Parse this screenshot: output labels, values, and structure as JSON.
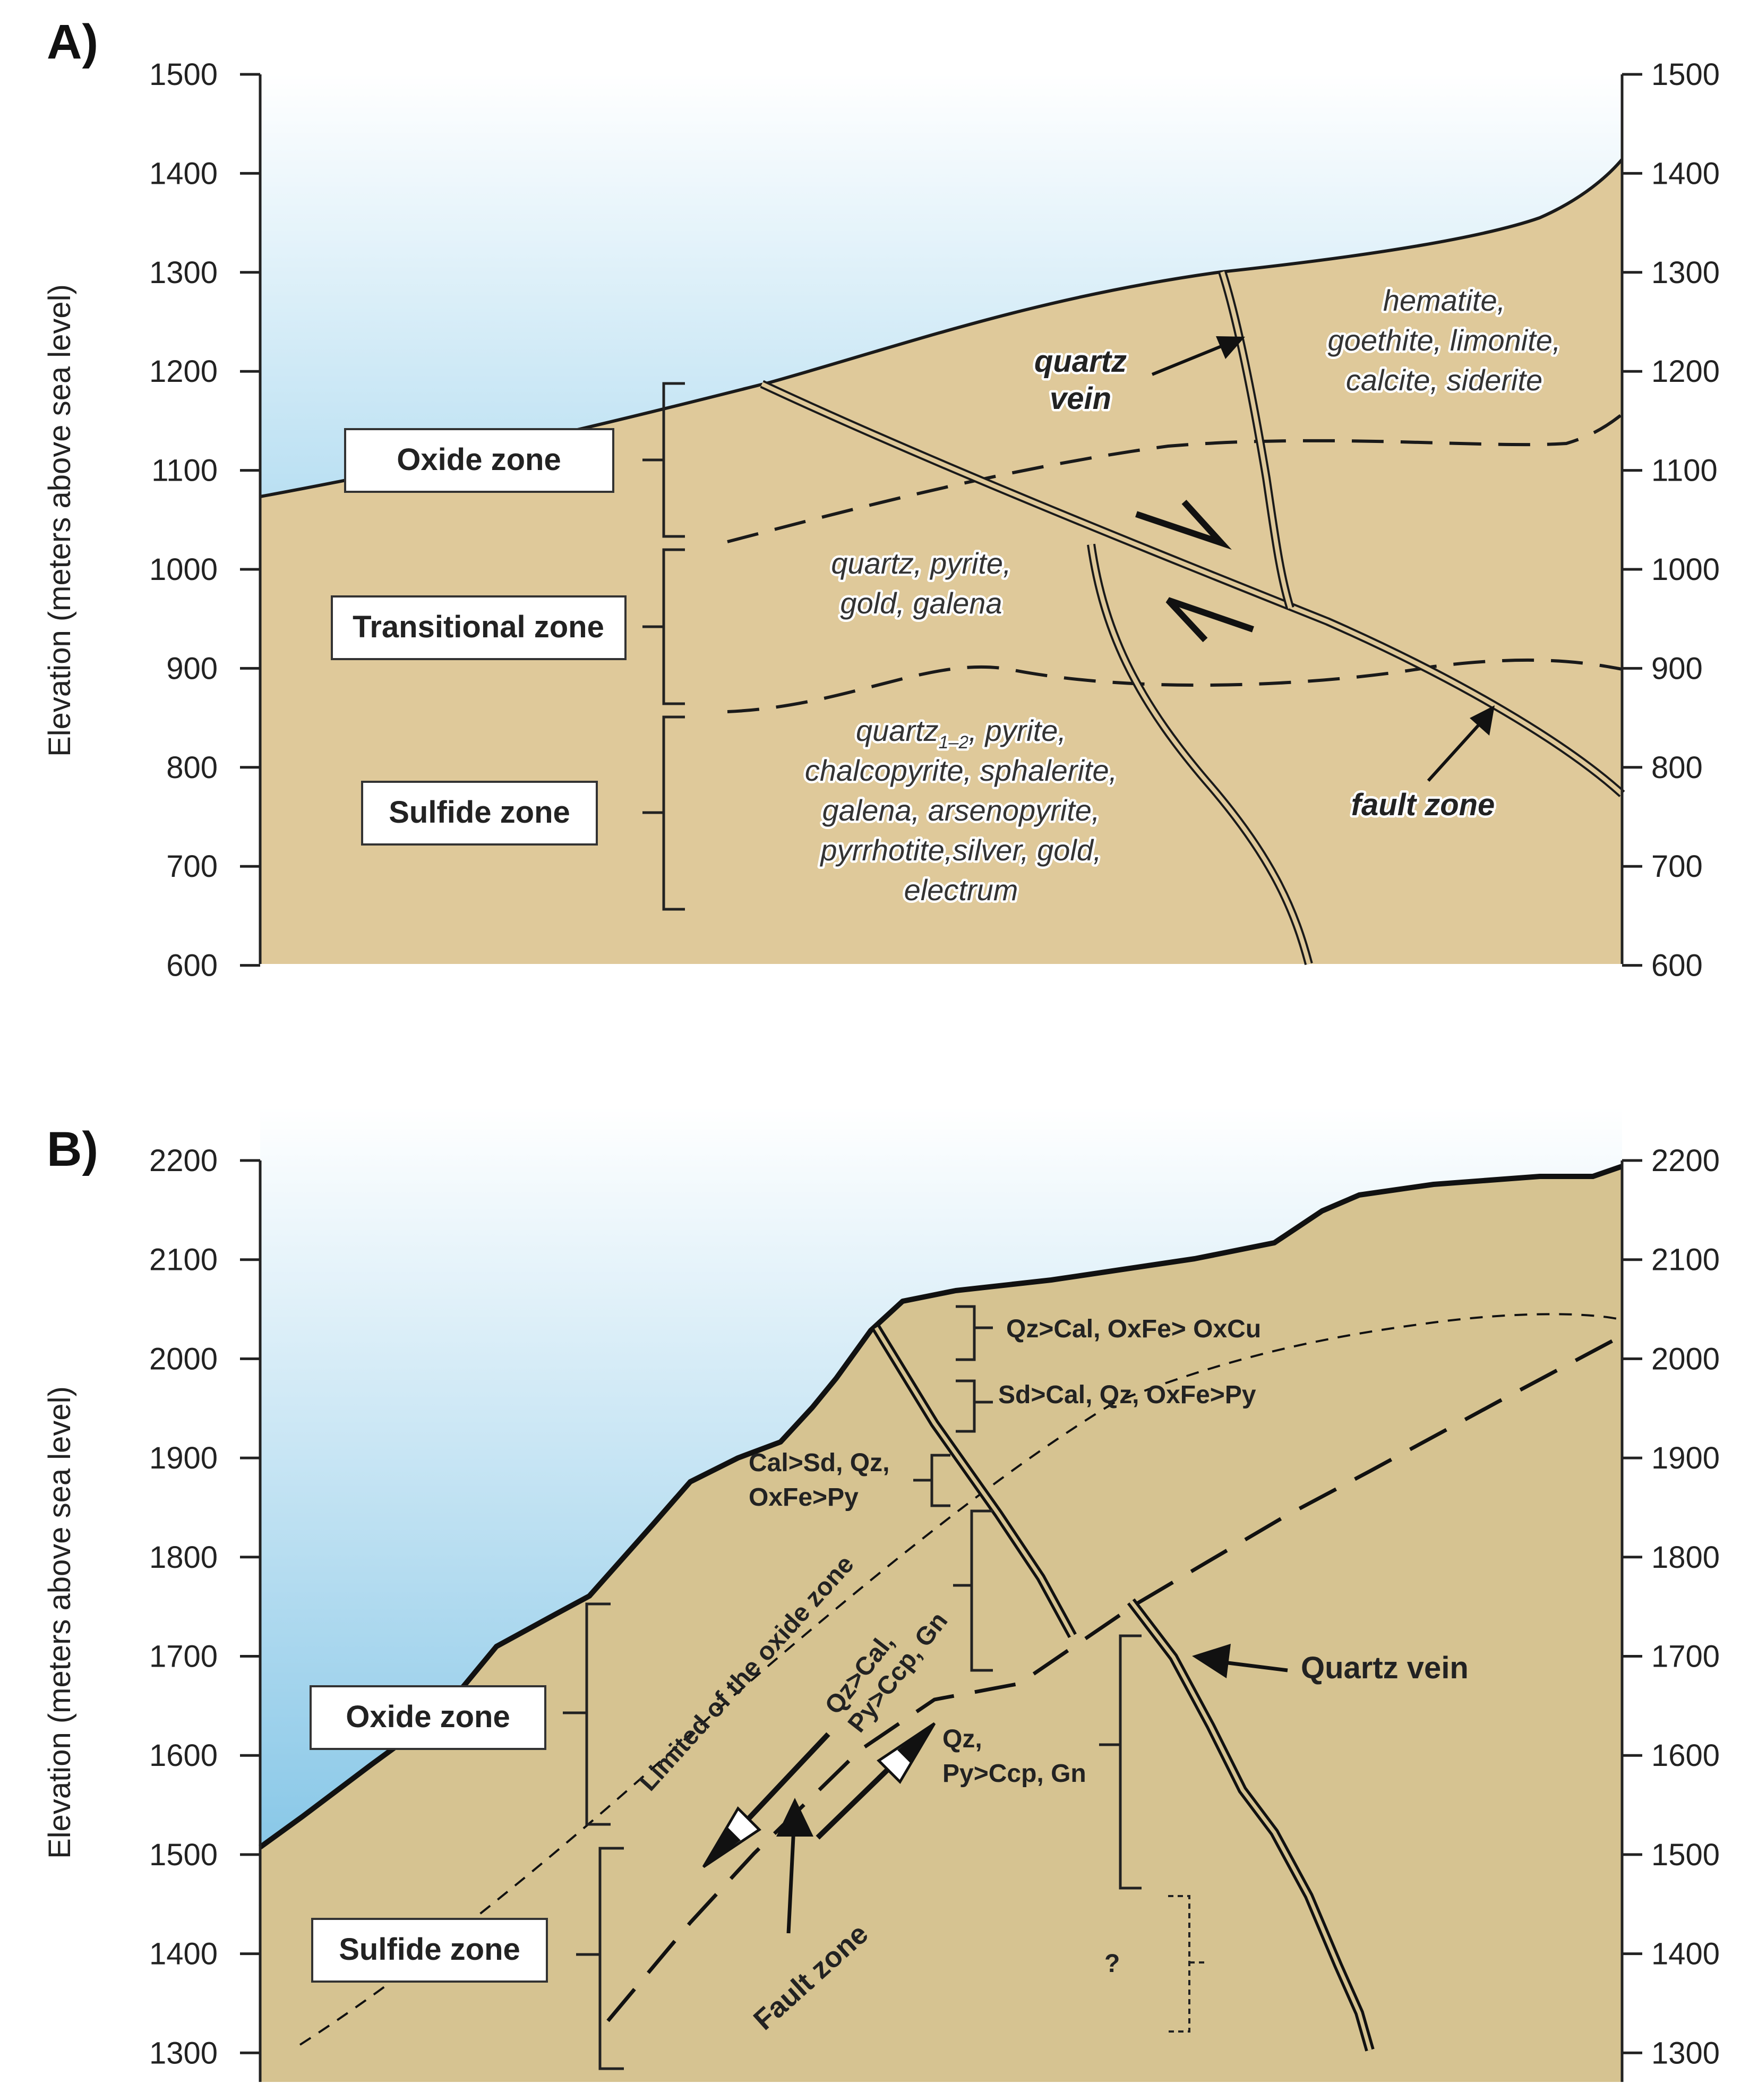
{
  "panels": {
    "a": {
      "label": "A)",
      "axis_title": "Elevation (meters above sea level)",
      "ticks": [
        "1500",
        "1400",
        "1300",
        "1200",
        "1100",
        "1000",
        "900",
        "800",
        "700",
        "600"
      ],
      "zones": {
        "oxide": "Oxide zone",
        "transitional": "Transitional zone",
        "sulfide": "Sulfide zone"
      },
      "minerals": {
        "oxide_1": "hematite,",
        "oxide_2": "goethite, limonite,",
        "oxide_3": "calcite, siderite",
        "trans_1": "quartz, pyrite,",
        "trans_2": "gold, galena",
        "sulf_1a": "quartz",
        "sulf_1sub": "1–2",
        "sulf_1b": ", pyrite,",
        "sulf_2": "chalcopyrite, sphalerite,",
        "sulf_3": "galena, arsenopyrite,",
        "sulf_4": "pyrrhotite,silver, gold,",
        "sulf_5": "electrum"
      },
      "features": {
        "vein_1": "quartz",
        "vein_2": "vein",
        "fault": "fault zone"
      }
    },
    "b": {
      "label": "B)",
      "axis_title": "Elevation (meters above sea level)",
      "ticks": [
        "2200",
        "2100",
        "2000",
        "1900",
        "1800",
        "1700",
        "1600",
        "1500",
        "1400",
        "1300"
      ],
      "zones": {
        "oxide": "Oxide zone",
        "sulfide": "Sulfide zone"
      },
      "assemblages": {
        "a1": "Qz>Cal, OxFe> OxCu",
        "a2": "Sd>Cal, Qz, OxFe>Py",
        "a3_1": "Cal>Sd, Qz,",
        "a3_2": "OxFe>Py",
        "a4_1": "Qz>Cal,",
        "a4_2": "Py>Ccp, Gn",
        "a5_1": "Qz,",
        "a5_2": "Py>Ccp, Gn",
        "unknown": "?"
      },
      "features": {
        "limit": "Limited of the oxide zone",
        "fault": "Fault zone",
        "vein": "Quartz vein"
      }
    }
  },
  "colors": {
    "sky": "#7cc4e6",
    "rock_a": "#dfc99a",
    "rock_b": "#d6c391",
    "line": "#1a1a1a"
  }
}
